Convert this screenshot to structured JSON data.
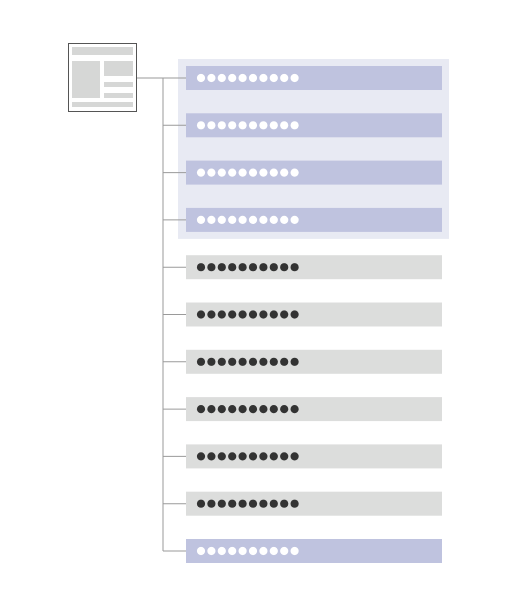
{
  "colors": {
    "background": "#ffffff",
    "group_panel": "#e8eaf3",
    "row_selected": "#bfc3df",
    "row_default": "#dcdddc",
    "dot_on_selected": "#ffffff",
    "dot_on_default": "#333333",
    "connector": "#9a9a9a",
    "page_icon_border": "#555555",
    "page_icon_block": "#d6d7d6"
  },
  "icon": {
    "name": "page-layout-icon"
  },
  "group": {
    "highlighted": true,
    "row_count": 4
  },
  "rows": [
    {
      "state": "selected",
      "placeholder_dots": 10
    },
    {
      "state": "selected",
      "placeholder_dots": 10
    },
    {
      "state": "selected",
      "placeholder_dots": 10
    },
    {
      "state": "selected",
      "placeholder_dots": 10
    },
    {
      "state": "default",
      "placeholder_dots": 10
    },
    {
      "state": "default",
      "placeholder_dots": 10
    },
    {
      "state": "default",
      "placeholder_dots": 10
    },
    {
      "state": "default",
      "placeholder_dots": 10
    },
    {
      "state": "default",
      "placeholder_dots": 10
    },
    {
      "state": "default",
      "placeholder_dots": 10
    },
    {
      "state": "selected",
      "placeholder_dots": 10
    }
  ]
}
